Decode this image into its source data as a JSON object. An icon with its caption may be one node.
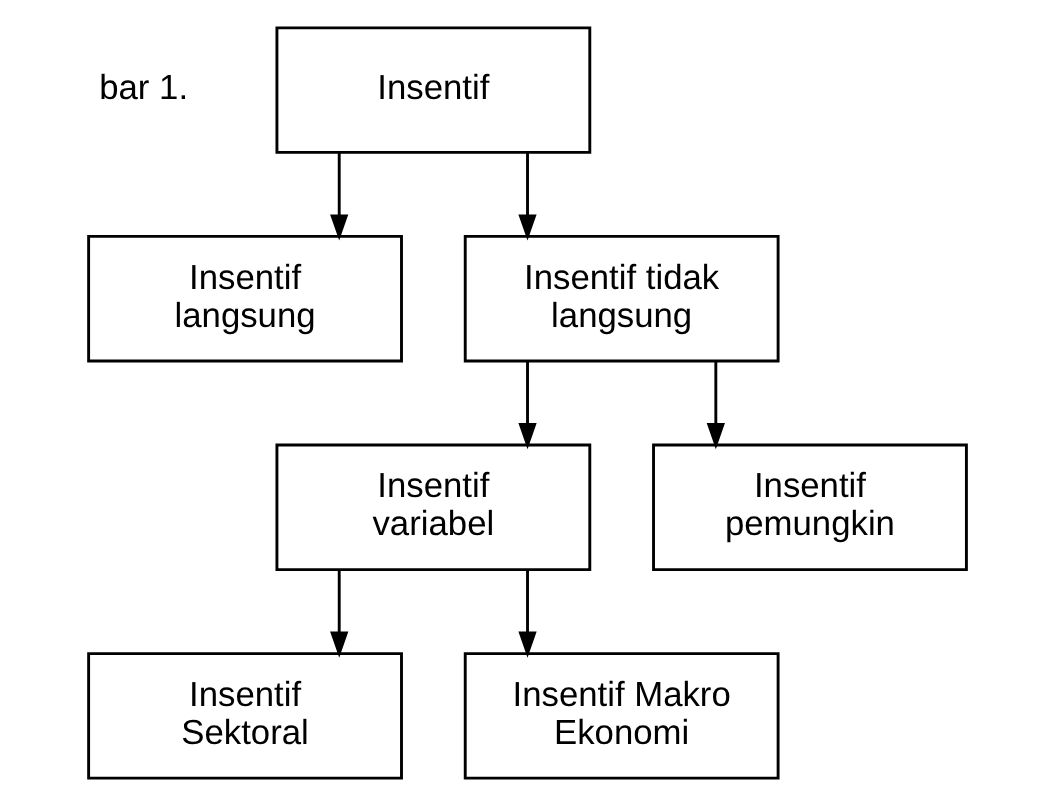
{
  "diagram": {
    "nodes": [
      {
        "text": [
          "Insentif"
        ]
      },
      {
        "text": [
          "Insentif langsung"
        ]
      },
      {
        "text": [
          "Insentif tidak langsung"
        ]
      },
      {
        "text": [
          "Insentif variabel"
        ]
      },
      {
        "text": [
          "Insentif pemungkin"
        ]
      },
      {
        "text": [
          "Insentif Sektoral"
        ]
      },
      {
        "text": [
          "Insentif Makro Ekonomi"
        ]
      }
    ],
    "edges": [
      {
        "from": 0,
        "to": 1,
        "arrow": "to"
      },
      {
        "from": 0,
        "to": 2,
        "arrow": "to"
      },
      {
        "from": 2,
        "to": 3,
        "arrow": "to"
      },
      {
        "from": 2,
        "to": 4,
        "arrow": "to"
      },
      {
        "from": 3,
        "to": 5,
        "arrow": "to"
      },
      {
        "from": 3,
        "to": 6,
        "arrow": "to"
      }
    ],
    "labels": [
      "bar 1."
    ]
  }
}
